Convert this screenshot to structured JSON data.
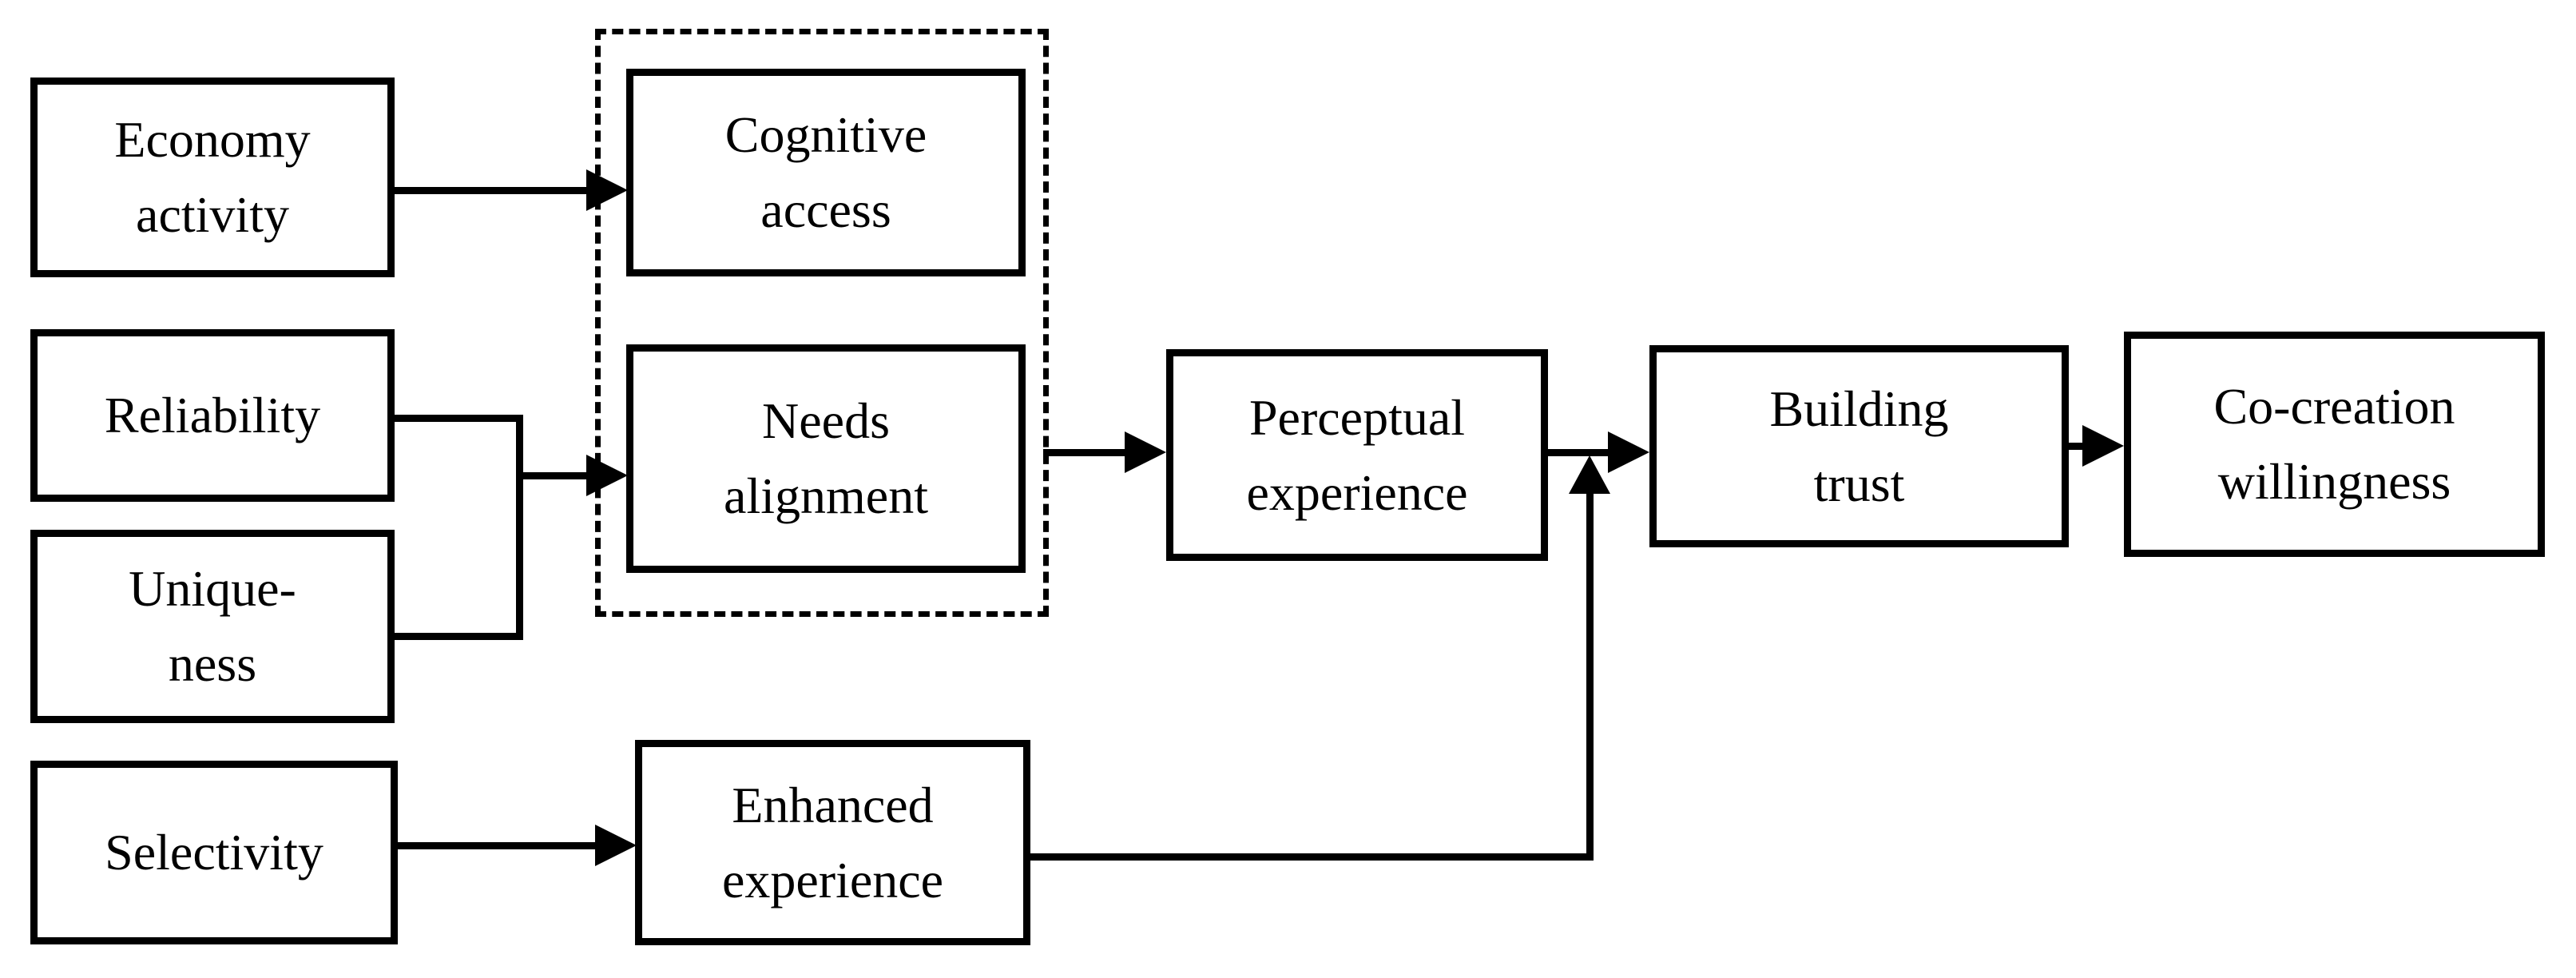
{
  "diagram": {
    "title": "Co-creation willingness conceptual model",
    "colors": {
      "line": "#000000",
      "background": "#ffffff",
      "text": "#000000"
    },
    "nodes": {
      "economy": {
        "label": "Economy\nactivity"
      },
      "reliability": {
        "label": "Reliability"
      },
      "uniqueness": {
        "label": "Unique-\nness"
      },
      "selectivity": {
        "label": "Selectivity"
      },
      "cognitive": {
        "label": "Cognitive\naccess"
      },
      "needs": {
        "label": "Needs\nalignment"
      },
      "enhanced": {
        "label": "Enhanced\nexperience"
      },
      "perceptual": {
        "label": "Perceptual\nexperience"
      },
      "building": {
        "label": "Building\ntrust"
      },
      "cocreation": {
        "label": "Co-creation\nwillingness"
      }
    },
    "groups": [
      {
        "name": "dotted-group",
        "style": "dashed-border",
        "contains": [
          "cognitive",
          "needs"
        ]
      }
    ],
    "edges": [
      {
        "from": "economy",
        "to": "cognitive",
        "type": "arrow"
      },
      {
        "from": "reliability",
        "to": "needs",
        "type": "arrow",
        "note": "merges with uniqueness before entering"
      },
      {
        "from": "uniqueness",
        "to": "needs",
        "type": "arrow",
        "note": "merges with reliability before entering"
      },
      {
        "from": "needs",
        "to": "perceptual",
        "type": "arrow"
      },
      {
        "from": "selectivity",
        "to": "enhanced",
        "type": "arrow"
      },
      {
        "from": "perceptual",
        "to": "building",
        "type": "arrow"
      },
      {
        "from": "enhanced",
        "to": "building",
        "type": "arrow",
        "note": "runs right then up, joining the perceptual-to-building arrow"
      },
      {
        "from": "building",
        "to": "cocreation",
        "type": "arrow"
      }
    ]
  }
}
